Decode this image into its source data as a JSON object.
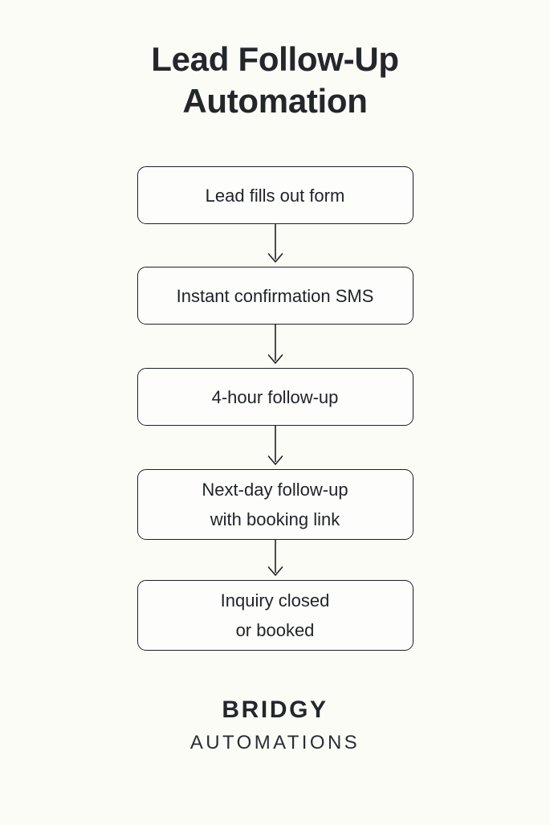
{
  "poster": {
    "background_color": "#fcfcf7",
    "title": "Lead Follow-Up\nAutomation"
  },
  "flow": {
    "node_border_color": "#1d2125",
    "node_fill_color": "#fdfdfb",
    "arrow_color": "#1d2125",
    "steps": [
      {
        "label": "Lead fills out form",
        "lines": 1
      },
      {
        "label": "Instant confirmation SMS",
        "lines": 1
      },
      {
        "label": "4-hour follow-up",
        "lines": 1
      },
      {
        "label": "Next-day follow-up\nwith booking link",
        "lines": 2
      },
      {
        "label": "Inquiry closed\nor booked",
        "lines": 2
      }
    ],
    "connectors": [
      {
        "from": "Lead fills out form",
        "to": "Instant confirmation SMS"
      },
      {
        "from": "Instant confirmation SMS",
        "to": "4-hour follow-up"
      },
      {
        "from": "4-hour follow-up",
        "to": "Next-day follow-up with booking link"
      },
      {
        "from": "Next-day follow-up with booking link",
        "to": "Inquiry closed or booked"
      }
    ]
  },
  "brand": {
    "name": "BRIDGY",
    "subtitle": "AUTOMATIONS",
    "color": "#23272c"
  }
}
